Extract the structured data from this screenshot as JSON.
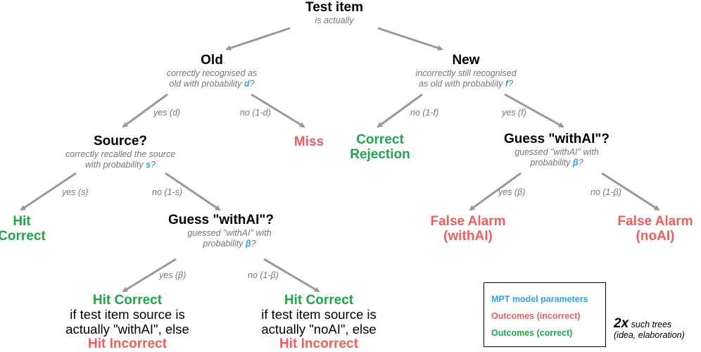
{
  "root": {
    "title": "Test item",
    "sub": "is actually"
  },
  "old": {
    "title": "Old",
    "sub1": "correctly recognised as",
    "sub2_pre": "old with probability ",
    "param": "d",
    "sub2_post": "?"
  },
  "new": {
    "title": "New",
    "sub1": "incorrectly still recognised",
    "sub2_pre": "as old with probability ",
    "param": "f",
    "sub2_post": "?"
  },
  "source": {
    "title": "Source?",
    "sub1": "correctly recalled the source",
    "sub2_pre": "with probability ",
    "param": "s",
    "sub2_post": "?"
  },
  "guess_left": {
    "title": "Guess \"withAI\"?",
    "sub1": "guessed \"withAI\" with",
    "sub2_pre": "probability ",
    "param": "β",
    "sub2_post": "?"
  },
  "guess_right": {
    "title": "Guess \"withAI\"?",
    "sub1": "guessed \"withAI\" with",
    "sub2_pre": "probability ",
    "param": "β",
    "sub2_post": "?"
  },
  "edges": {
    "yes_d": "yes (d)",
    "no_1d": "no (1-d)",
    "no_1f": "no (1-f)",
    "yes_f": "yes (f)",
    "yes_s": "yes (s)",
    "no_1s": "no (1-s)",
    "yes_b_left": "yes (β)",
    "no_1b_left": "no (1-β)",
    "yes_b_right": "yes (β)",
    "no_1b_right": "no (1-β)"
  },
  "outcomes": {
    "miss": "Miss",
    "correct_rejection_1": "Correct",
    "correct_rejection_2": "Rejection",
    "hit_correct_1": "Hit",
    "hit_correct_2": "Correct",
    "fa_withai_1": "False Alarm",
    "fa_withai_2": "(withAI)",
    "fa_noai_1": "False Alarm",
    "fa_noai_2": "(noAI)",
    "leaf_left": {
      "head": "Hit Correct",
      "line1": "if test item source is",
      "line2": "actually \"withAI\", else",
      "tail": "Hit Incorrect"
    },
    "leaf_right": {
      "head": "Hit Correct",
      "line1": "if test item source is",
      "line2": "actually \"noAI\", else",
      "tail": "Hit Incorrect"
    }
  },
  "legend": {
    "params": "MPT model parameters",
    "incorrect": "Outcomes (incorrect)",
    "correct": "Outcomes (correct)"
  },
  "note": {
    "bold": "2x",
    "rest": " such trees",
    "line2": "(idea, elaboration)"
  },
  "colors": {
    "param": "#2aa7e4",
    "incorrect": "#ef5d5d",
    "correct": "#1ca84a",
    "arrow": "#999999"
  }
}
